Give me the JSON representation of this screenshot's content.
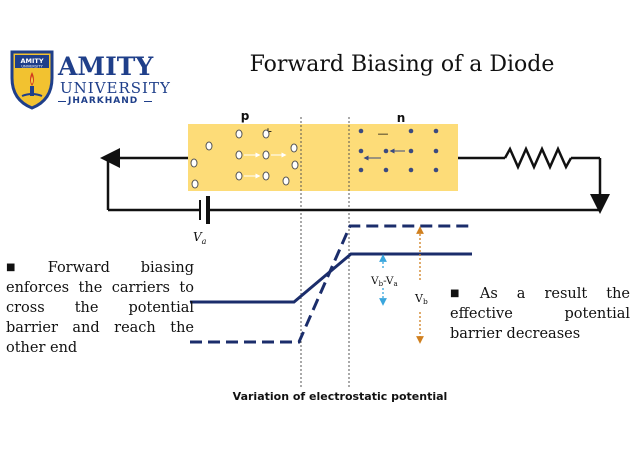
{
  "logo": {
    "shield_text": "AMITY",
    "shield_subtext": "UNIVERSITY",
    "word1": "AMITY",
    "word2": "UNIVERSITY",
    "word3": "JHARKHAND"
  },
  "title": "Forward Biasing of a Diode",
  "diagram": {
    "p_label": "p",
    "n_label": "n",
    "plus_sign": "+",
    "minus_sign": "—",
    "battery_label": "V",
    "battery_sub": "a",
    "vb_va_label": "V",
    "vb_va_sub1": "b",
    "vb_va_mid": "-V",
    "vb_va_sub2": "a",
    "vb_label": "V",
    "vb_sub": "b",
    "colors": {
      "bar_fill": "#fddc78",
      "wire": "#111111",
      "potential": "#1b2d6b",
      "arrow_blue": "#3aa6dd",
      "arrow_orange": "#d08020"
    }
  },
  "bullets": {
    "left": "Forward biasing enforces the carriers to cross the potential barrier and reach the other end",
    "right": "As a result the effective potential barrier decreases"
  },
  "caption": "Variation of electrostatic potential"
}
